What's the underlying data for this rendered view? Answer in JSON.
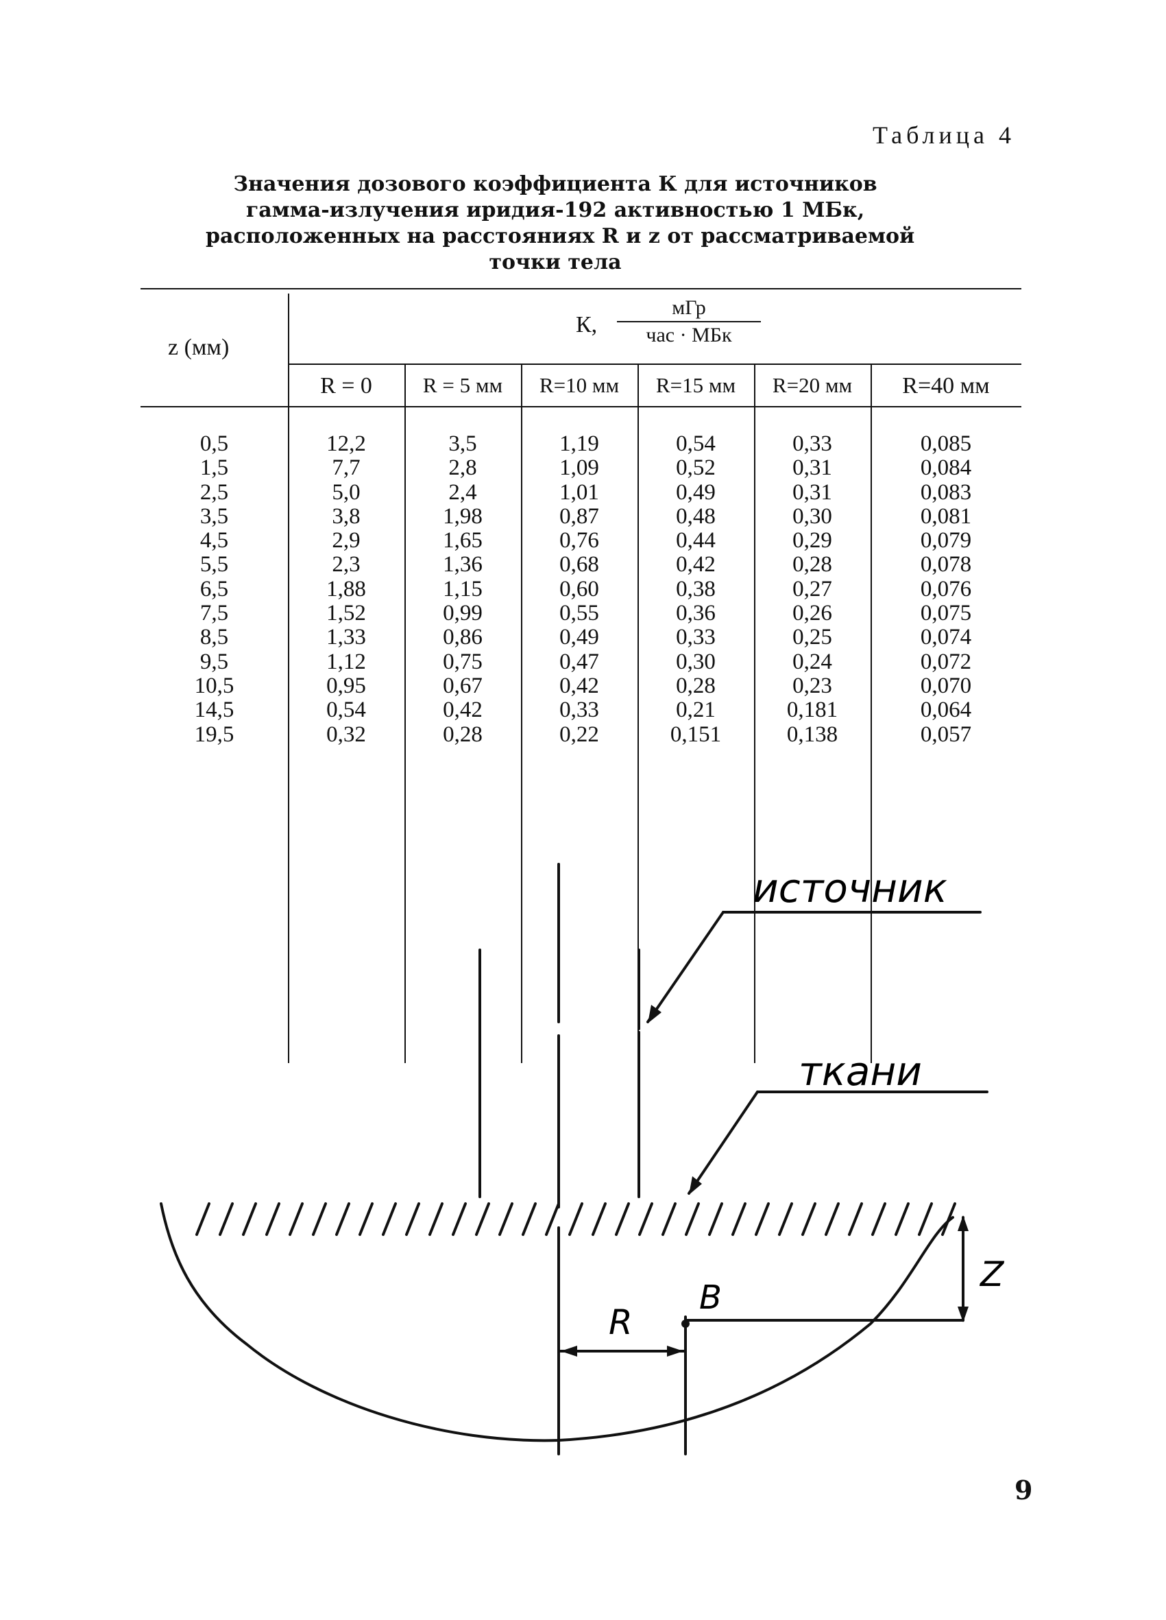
{
  "table_label": "Таблица 4",
  "caption": [
    "Значения дозового коэффициента К для источников",
    "гамма-излучения иридия-192 активностью 1 МБк,",
    "расположенных на расстояниях R и z от рассматриваемой",
    "точки тела"
  ],
  "table": {
    "row_header": "z (мм)",
    "unit_prefix": "К,",
    "unit_numerator": "мГр",
    "unit_denominator": "час · МБк",
    "columns": [
      "R = 0",
      "R = 5 мм",
      "R=10 мм",
      "R=15 мм",
      "R=20 мм",
      "R=40 мм"
    ],
    "z_values": [
      "0,5",
      "1,5",
      "2,5",
      "3,5",
      "4,5",
      "5,5",
      "6,5",
      "7,5",
      "8,5",
      "9,5",
      "10,5",
      "14,5",
      "19,5"
    ],
    "data": [
      [
        "12,2",
        "7,7",
        "5,0",
        "3,8",
        "2,9",
        "2,3",
        "1,88",
        "1,52",
        "1,33",
        "1,12",
        "0,95",
        "0,54",
        "0,32"
      ],
      [
        "3,5",
        "2,8",
        "2,4",
        "1,98",
        "1,65",
        "1,36",
        "1,15",
        "0,99",
        "0,86",
        "0,75",
        "0,67",
        "0,42",
        "0,28"
      ],
      [
        "1,19",
        "1,09",
        "1,01",
        "0,87",
        "0,76",
        "0,68",
        "0,60",
        "0,55",
        "0,49",
        "0,47",
        "0,42",
        "0,33",
        "0,22"
      ],
      [
        "0,54",
        "0,52",
        "0,49",
        "0,48",
        "0,44",
        "0,42",
        "0,38",
        "0,36",
        "0,33",
        "0,30",
        "0,28",
        "0,21",
        "0,151"
      ],
      [
        "0,33",
        "0,31",
        "0,31",
        "0,30",
        "0,29",
        "0,28",
        "0,27",
        "0,26",
        "0,25",
        "0,24",
        "0,23",
        "0,181",
        "0,138"
      ],
      [
        "0,085",
        "0,084",
        "0,083",
        "0,081",
        "0,079",
        "0,078",
        "0,076",
        "0,075",
        "0,074",
        "0,072",
        "0,070",
        "0,064",
        "0,057"
      ]
    ]
  },
  "diagram": {
    "source_label": "источник",
    "tissue_label": "ткани",
    "r_label": "R",
    "point_label": "B",
    "z_label": "Z"
  },
  "page_number": "9"
}
